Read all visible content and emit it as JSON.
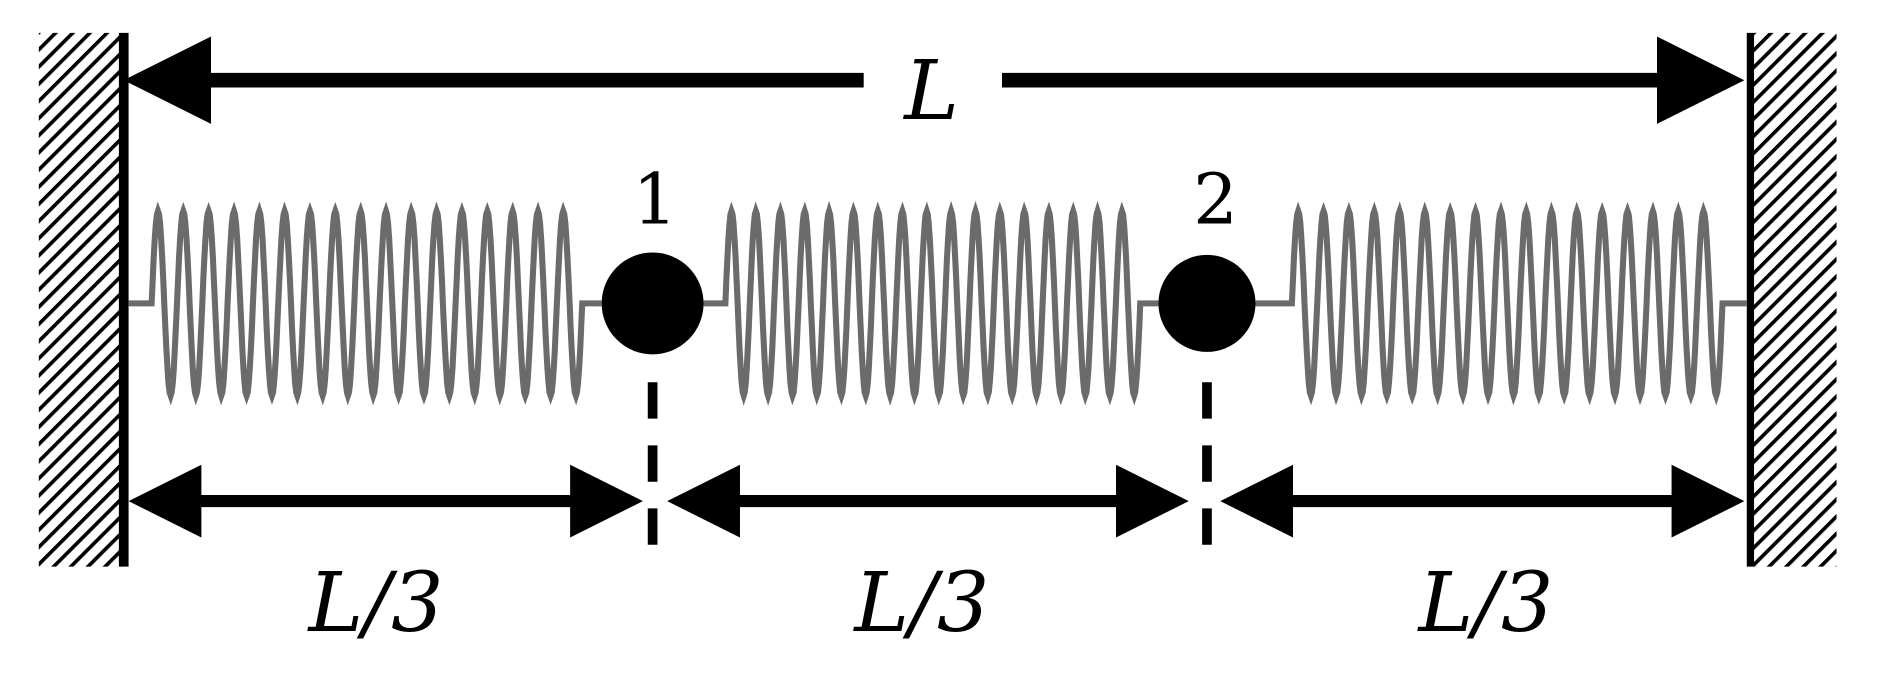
{
  "diagram": {
    "total_length_label": "L",
    "mass_labels": [
      "1",
      "2"
    ],
    "segment_labels": [
      "L/3",
      "L/3",
      "L/3"
    ],
    "colors": {
      "spring": "#6b6b6b",
      "mass": "#000000",
      "wall": "#000000"
    }
  }
}
